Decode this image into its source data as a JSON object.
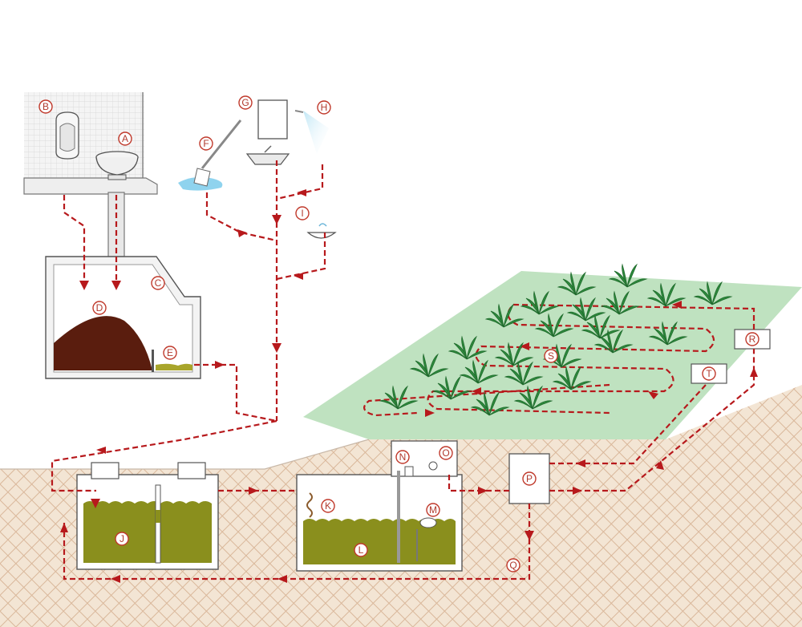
{
  "labels": {
    "A": "A",
    "B": "B",
    "C": "C",
    "D": "D",
    "E": "E",
    "F": "F",
    "G": "G",
    "H": "H",
    "I": "I",
    "J": "J",
    "K": "K",
    "L": "L",
    "M": "M",
    "N": "N",
    "O": "O",
    "P": "P",
    "Q": "Q",
    "R": "R",
    "S": "S",
    "T": "T"
  },
  "colors": {
    "flow": "#b7191c",
    "soil": "#f2e3d2",
    "field": "#bfe2c0",
    "water": "#8a8f1d",
    "compost": "#5a1d0e",
    "plant": "#2e8b3d"
  }
}
